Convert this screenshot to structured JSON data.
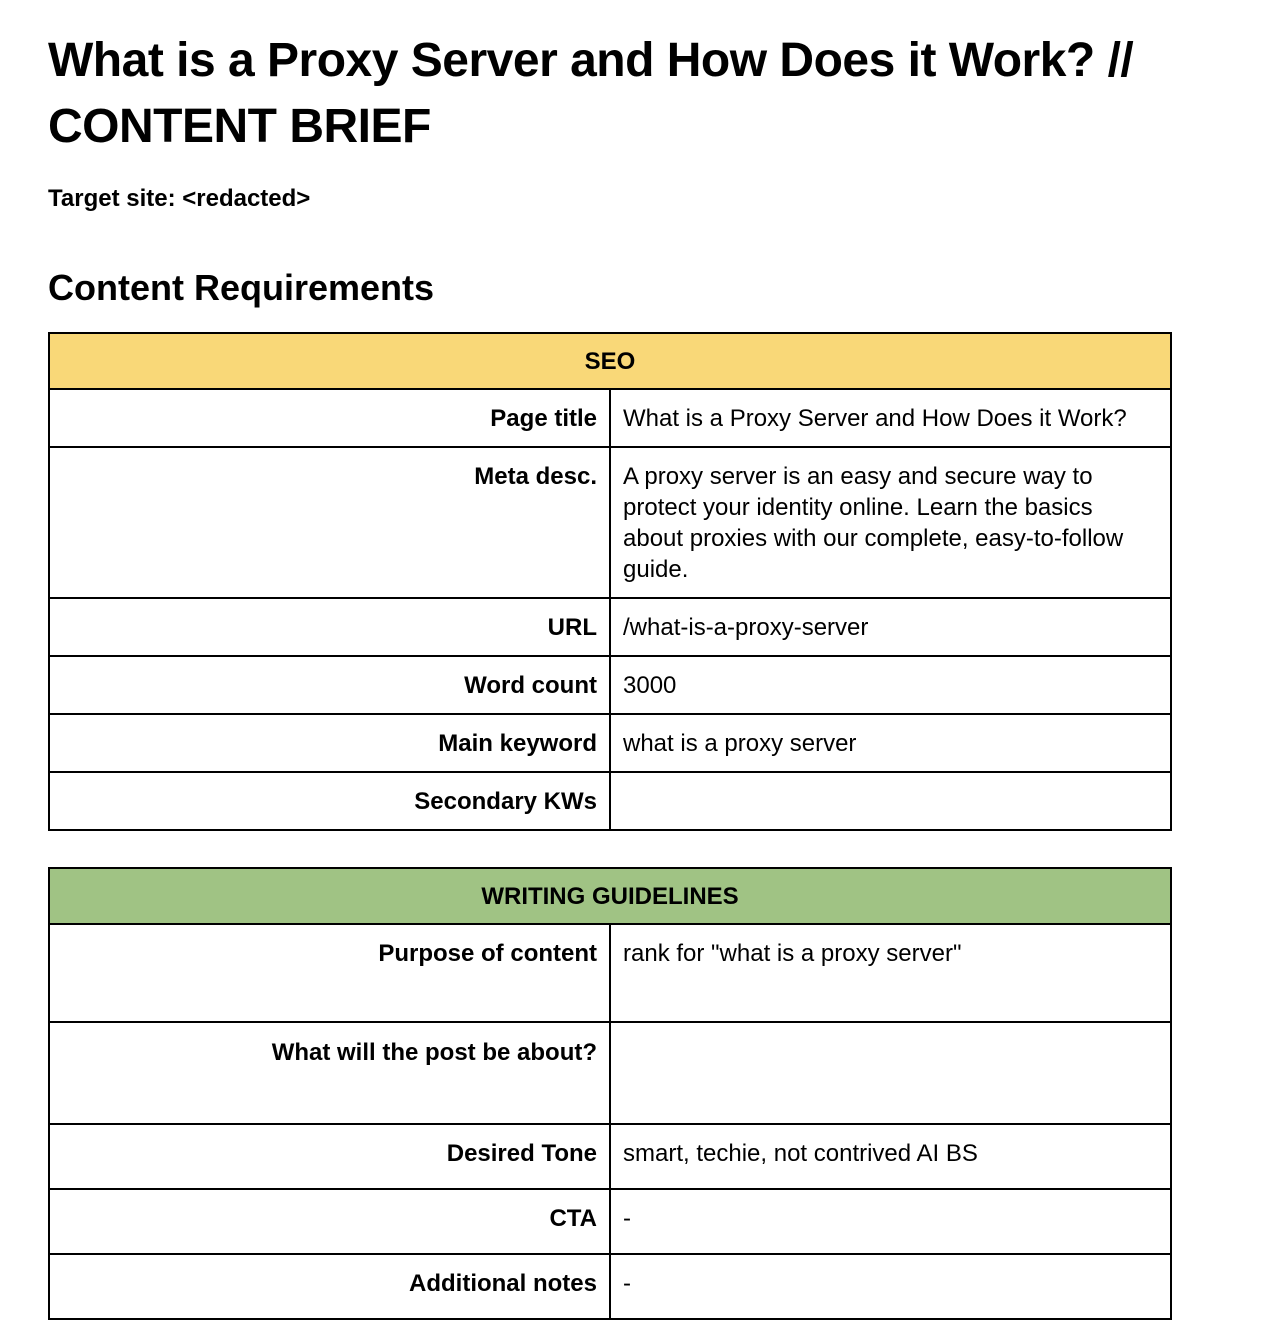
{
  "document": {
    "title": "What is a Proxy Server and How Does it Work? // CONTENT BRIEF",
    "target_site_label": "Target site: <redacted>",
    "section_heading": "Content Requirements"
  },
  "seo": {
    "header": "SEO",
    "header_color": "#f9d878",
    "rows": [
      {
        "label": "Page title",
        "value": "What is a Proxy Server and How Does it Work?"
      },
      {
        "label": "Meta desc.",
        "value": "A proxy server is an easy and secure way to protect your identity online. Learn the basics about proxies with our complete, easy-to-follow guide."
      },
      {
        "label": "URL",
        "value": "/what-is-a-proxy-server"
      },
      {
        "label": "Word count",
        "value": "3000"
      },
      {
        "label": "Main keyword",
        "value": "what is a proxy server"
      },
      {
        "label": "Secondary KWs",
        "value": ""
      }
    ]
  },
  "writing": {
    "header": "WRITING GUIDELINES",
    "header_color": "#a0c384",
    "rows": [
      {
        "label": "Purpose of content",
        "value": "rank for \"what is a proxy server\""
      },
      {
        "label": "What will the post be about?",
        "value": ""
      },
      {
        "label": "Desired Tone",
        "value": "smart, techie, not contrived AI BS"
      },
      {
        "label": "CTA",
        "value": "-"
      },
      {
        "label": "Additional notes",
        "value": "-"
      }
    ]
  }
}
